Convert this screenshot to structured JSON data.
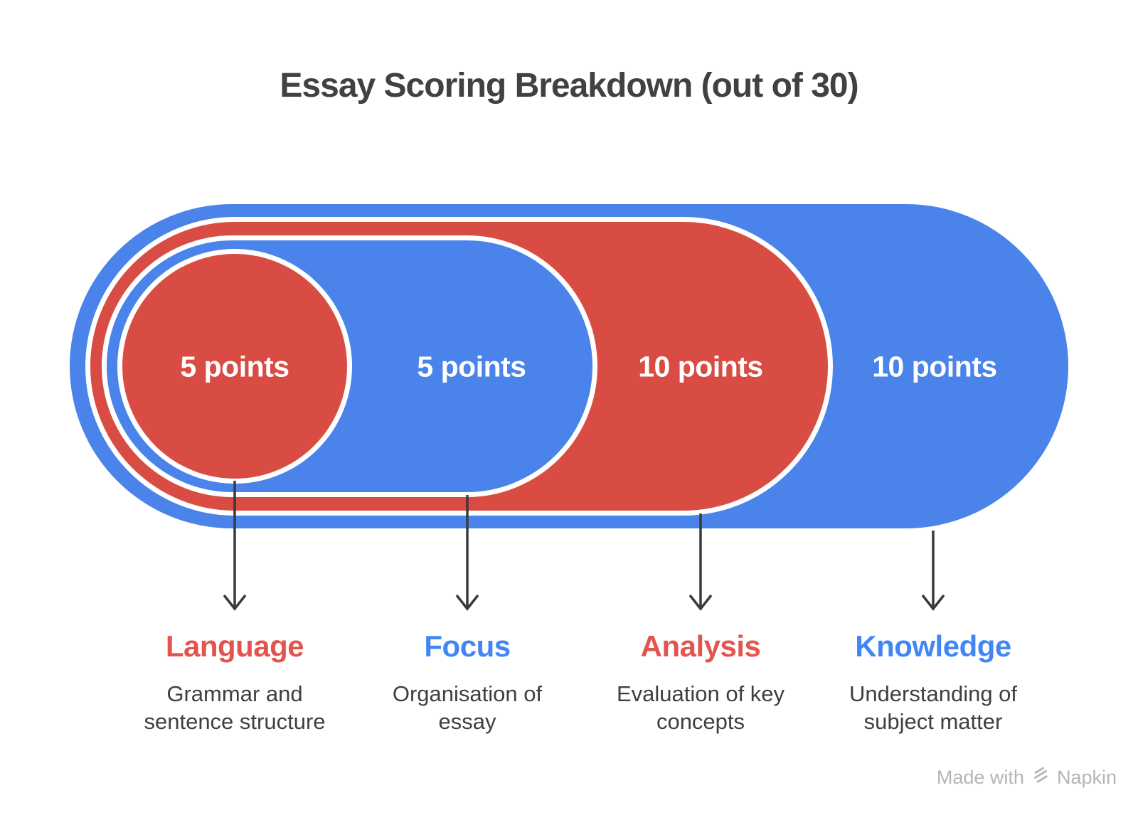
{
  "title": "Essay Scoring Breakdown (out of 30)",
  "total_points": 30,
  "segments": [
    {
      "id": "language",
      "points": 5,
      "points_label": "5 points",
      "name": "Language",
      "description": "Grammar and sentence structure",
      "color_role": "red"
    },
    {
      "id": "focus",
      "points": 5,
      "points_label": "5 points",
      "name": "Focus",
      "description": "Organisation of essay",
      "color_role": "blue"
    },
    {
      "id": "analysis",
      "points": 10,
      "points_label": "10 points",
      "name": "Analysis",
      "description": "Evaluation of key concepts",
      "color_role": "red"
    },
    {
      "id": "knowledge",
      "points": 10,
      "points_label": "10 points",
      "name": "Knowledge",
      "description": "Understanding of subject matter",
      "color_role": "blue"
    }
  ],
  "footer": {
    "made_with": "Made with",
    "brand": "Napkin"
  },
  "colors": {
    "shape_blue": "#4a83e9",
    "shape_red": "#d94c44",
    "label_blue": "#4285f4",
    "label_red": "#e4544e",
    "text_dark": "#3d4043",
    "arrow_color": "#3a3a3a",
    "footer_gray": "#b5b5b5"
  }
}
